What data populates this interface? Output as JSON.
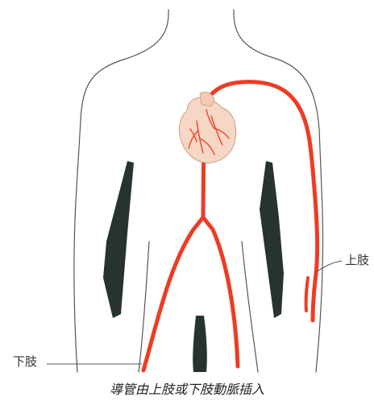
{
  "labels": {
    "upper_limb": "上肢",
    "lower_limb": "下肢"
  },
  "caption": "導管由上肢或下肢動脈插入",
  "colors": {
    "artery": "#ee3b24",
    "body_outline": "#555555",
    "muscle_shadow": "#27332e",
    "heart_fill": "#f6d6c4"
  },
  "icons": [
    "heart-icon"
  ]
}
